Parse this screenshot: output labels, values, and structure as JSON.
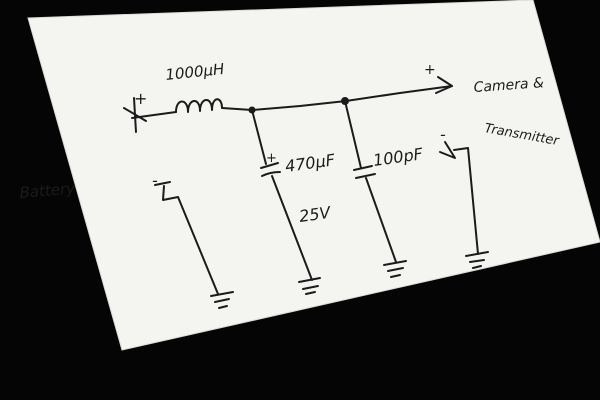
{
  "schematic": {
    "inductor_label": "1000μH",
    "battery_plus": "+",
    "battery_label": "Battery",
    "battery_minus": "-",
    "capacitor1_plus": "+",
    "capacitor1_value": "470μF",
    "capacitor1_voltage": "25V",
    "capacitor2_value": "100pF",
    "output_plus": "+",
    "output_minus": "-",
    "load_label_line1": "Camera &",
    "load_label_line2": "Transmitter"
  },
  "colors": {
    "paper": "#f4f4f1",
    "ink": "#1b1b1b",
    "background": "#050505"
  }
}
